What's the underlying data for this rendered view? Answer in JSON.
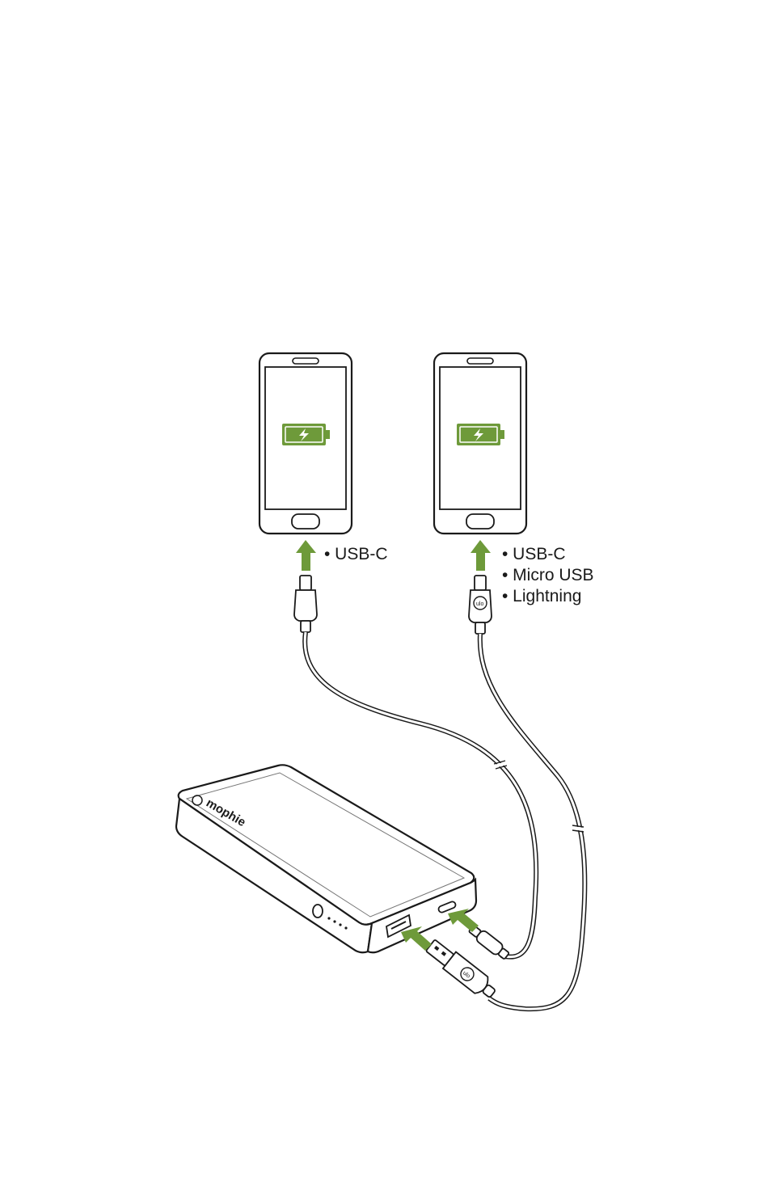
{
  "colors": {
    "accent_green": "#6e9a3a",
    "line": "#1a1a1a",
    "background": "#ffffff"
  },
  "phone_left": {
    "battery_icon": "charging-battery-icon",
    "connectors": [
      "• USB-C"
    ]
  },
  "phone_right": {
    "battery_icon": "charging-battery-icon",
    "connectors": [
      "• USB-C",
      "• Micro USB",
      "• Lightning"
    ]
  },
  "power_bank": {
    "brand": "mophie",
    "indicator_lights": 4
  },
  "icons": {
    "arrow": "up-arrow-icon",
    "power_button": "power-button-icon"
  }
}
